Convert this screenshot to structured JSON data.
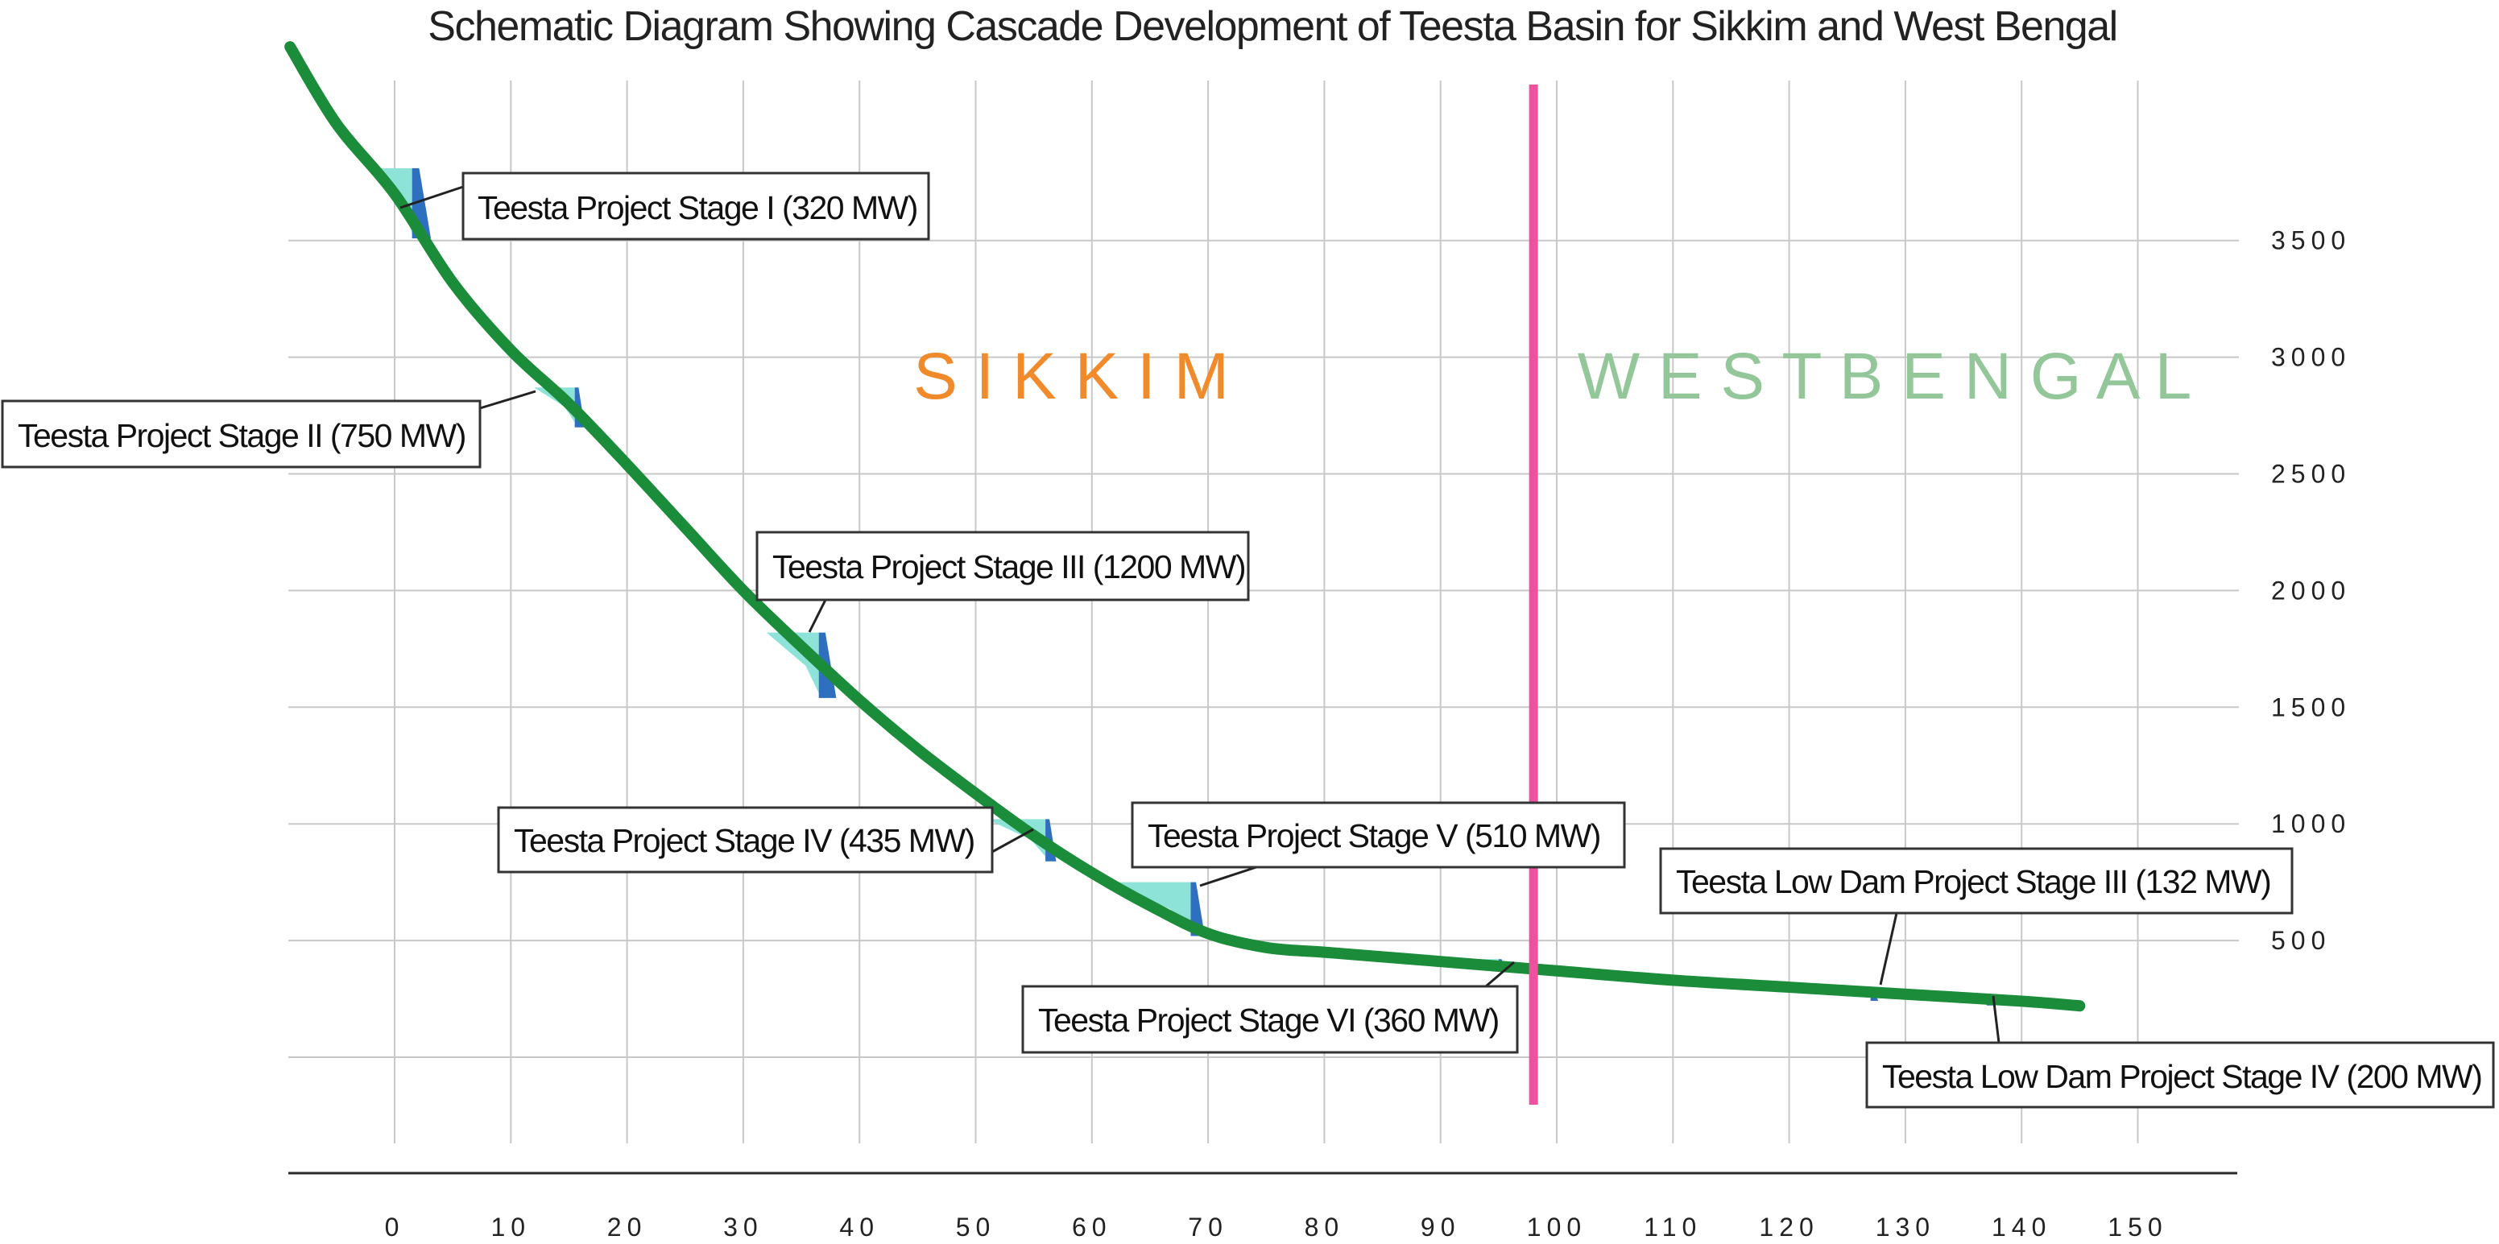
{
  "title": "Schematic Diagram Showing  Cascade Development of Teesta Basin for Sikkim and West Bengal",
  "regions": [
    {
      "label": "S I K K I M",
      "color": "#f08a2a",
      "side": "left"
    },
    {
      "label": "W E S T   B E N G A L",
      "color": "#93c79a",
      "side": "right"
    }
  ],
  "colors": {
    "river": "#1b8c3a",
    "state_border": "#f0519e",
    "reservoir": "#8ee3d8",
    "dam": "#2f6fc0"
  },
  "axes": {
    "x_ticks": [
      0,
      10,
      20,
      30,
      40,
      50,
      60,
      70,
      80,
      90,
      100,
      110,
      120,
      130,
      140,
      150
    ],
    "x_tick_labels": [
      "0",
      "10",
      "20",
      "30",
      "40",
      "50",
      "60",
      "70",
      "80",
      "90",
      "100",
      "110",
      "120",
      "130",
      "140",
      "150"
    ],
    "y_ticks": [
      500,
      1000,
      1500,
      2000,
      2500,
      3000,
      3500
    ],
    "y_tick_labels": [
      "500",
      "1000",
      "1500",
      "2000",
      "2500",
      "3000",
      "3500"
    ],
    "x_range": [
      -9,
      158
    ],
    "y_range": [
      -1000,
      4700
    ],
    "state_border_x": 98
  },
  "river_profile": [
    [
      -9,
      4330
    ],
    [
      -5,
      4000
    ],
    [
      0,
      3700
    ],
    [
      5,
      3320
    ],
    [
      10,
      3030
    ],
    [
      15,
      2800
    ],
    [
      20,
      2540
    ],
    [
      25,
      2270
    ],
    [
      30,
      2000
    ],
    [
      35,
      1760
    ],
    [
      40,
      1530
    ],
    [
      45,
      1320
    ],
    [
      50,
      1130
    ],
    [
      55,
      950
    ],
    [
      60,
      790
    ],
    [
      65,
      650
    ],
    [
      70,
      530
    ],
    [
      75,
      470
    ],
    [
      80,
      450
    ],
    [
      85,
      430
    ],
    [
      90,
      410
    ],
    [
      95,
      390
    ],
    [
      100,
      370
    ],
    [
      110,
      330
    ],
    [
      120,
      300
    ],
    [
      130,
      270
    ],
    [
      140,
      240
    ],
    [
      145,
      220
    ]
  ],
  "stages": [
    {
      "name": "stage-1",
      "label": "Teesta Project  Stage I (320 MW)",
      "x_start": -1.5,
      "x_dam": 1.5,
      "y_top": 3810,
      "y_bottom": 3530
    },
    {
      "name": "stage-2",
      "label": "Teesta Project  Stage II (750 MW)",
      "x_start": 12,
      "x_dam": 15.5,
      "y_top": 2870,
      "y_bottom": 2720
    },
    {
      "name": "stage-3",
      "label": "Teesta Project  Stage III (1200 MW)",
      "x_start": 32,
      "x_dam": 36.5,
      "y_top": 1820,
      "y_bottom": 1560
    },
    {
      "name": "stage-4",
      "label": "Teesta Project  Stage IV (435 MW)",
      "x_start": 51,
      "x_dam": 56,
      "y_top": 1020,
      "y_bottom": 860
    },
    {
      "name": "stage-5",
      "label": "Teesta Project  Stage V (510 MW)",
      "x_start": 61.5,
      "x_dam": 68.5,
      "y_top": 750,
      "y_bottom": 540
    },
    {
      "name": "stage-6",
      "label": "Teesta Project  Stage VI (360 MW)",
      "x_start": 92,
      "x_dam": 95,
      "y_top": 420,
      "y_bottom": 395
    },
    {
      "name": "low-dam-3",
      "label": "Teesta Low Dam Project Stage  III (132 MW)",
      "x_start": 123.5,
      "x_dam": 127,
      "y_top": 290,
      "y_bottom": 275
    },
    {
      "name": "low-dam-4",
      "label": "Teesta Low Dam Project Stage  IV (200 MW)",
      "x_start": 132,
      "x_dam": 137,
      "y_top": 270,
      "y_bottom": 245
    }
  ]
}
